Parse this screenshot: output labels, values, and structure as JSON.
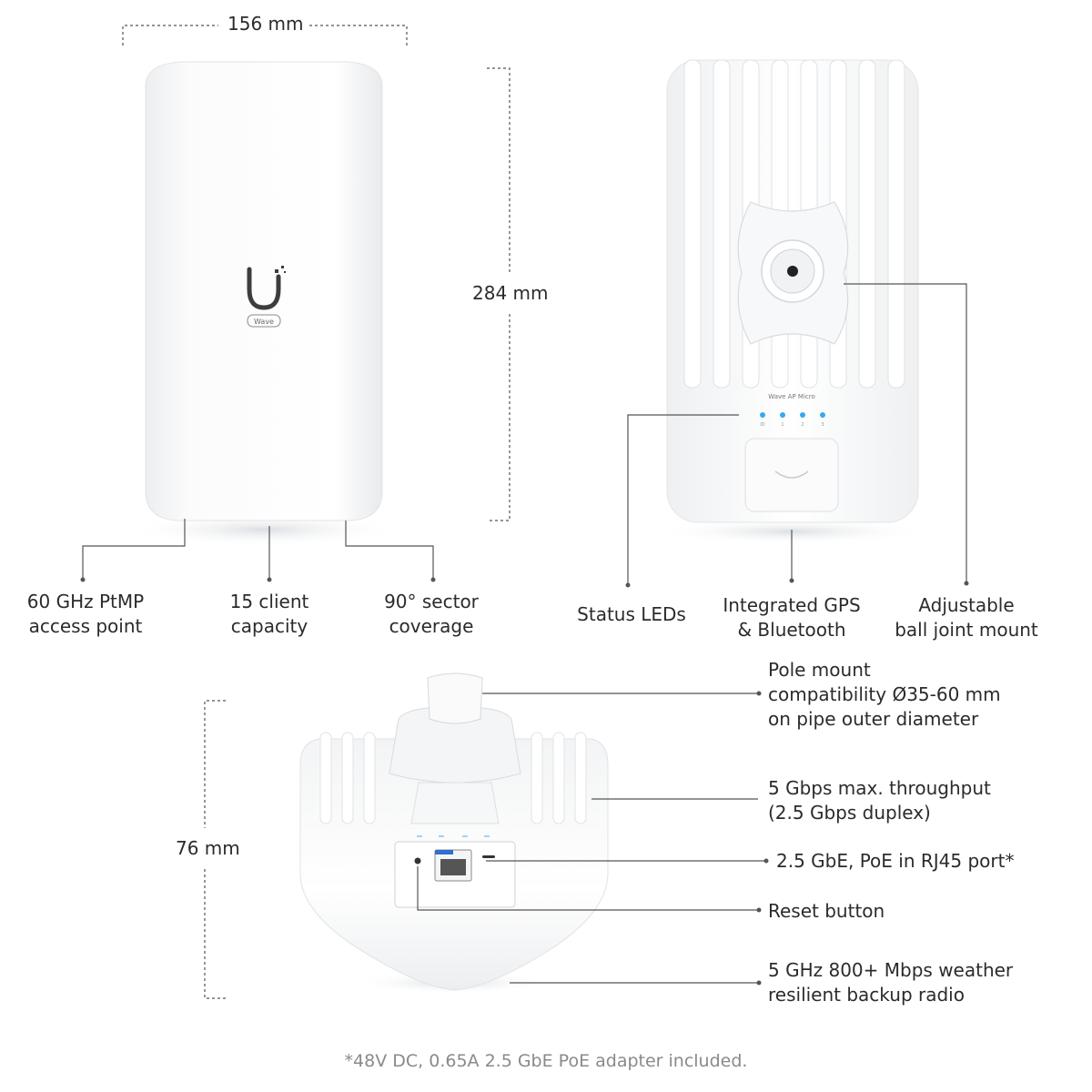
{
  "dimensions": {
    "width": "156 mm",
    "height": "284 mm",
    "depth": "76 mm"
  },
  "device_front": {
    "logo_text": "U",
    "badge_text": "Wave"
  },
  "device_back": {
    "model_label": "Wave AP Micro",
    "led_labels": [
      "ID",
      "1",
      "2",
      "3"
    ]
  },
  "callouts_front": [
    {
      "line1": "60 GHz PtMP",
      "line2": "access point"
    },
    {
      "line1": "15 client",
      "line2": "capacity"
    },
    {
      "line1": "90° sector",
      "line2": "coverage"
    }
  ],
  "callouts_back": [
    {
      "line1": "Status LEDs",
      "line2": ""
    },
    {
      "line1": "Integrated GPS",
      "line2": "& Bluetooth"
    },
    {
      "line1": "Adjustable",
      "line2": "ball joint mount"
    }
  ],
  "callouts_bottom": [
    {
      "lines": [
        "Pole mount",
        "compatibility Ø35-60 mm",
        "on pipe outer diameter"
      ]
    },
    {
      "lines": [
        "5 Gbps max. throughput",
        "(2.5 Gbps duplex)"
      ]
    },
    {
      "lines": [
        "2.5 GbE, PoE in RJ45 port*"
      ]
    },
    {
      "lines": [
        "Reset button"
      ]
    },
    {
      "lines": [
        "5 GHz 800+ Mbps weather",
        "resilient backup radio"
      ]
    }
  ],
  "footnote": "*48V DC, 0.65A 2.5 GbE PoE adapter included.",
  "colors": {
    "led": "#39a7f0",
    "line": "#555555",
    "device": "#ffffff",
    "shadow": "#e6e8ea"
  }
}
